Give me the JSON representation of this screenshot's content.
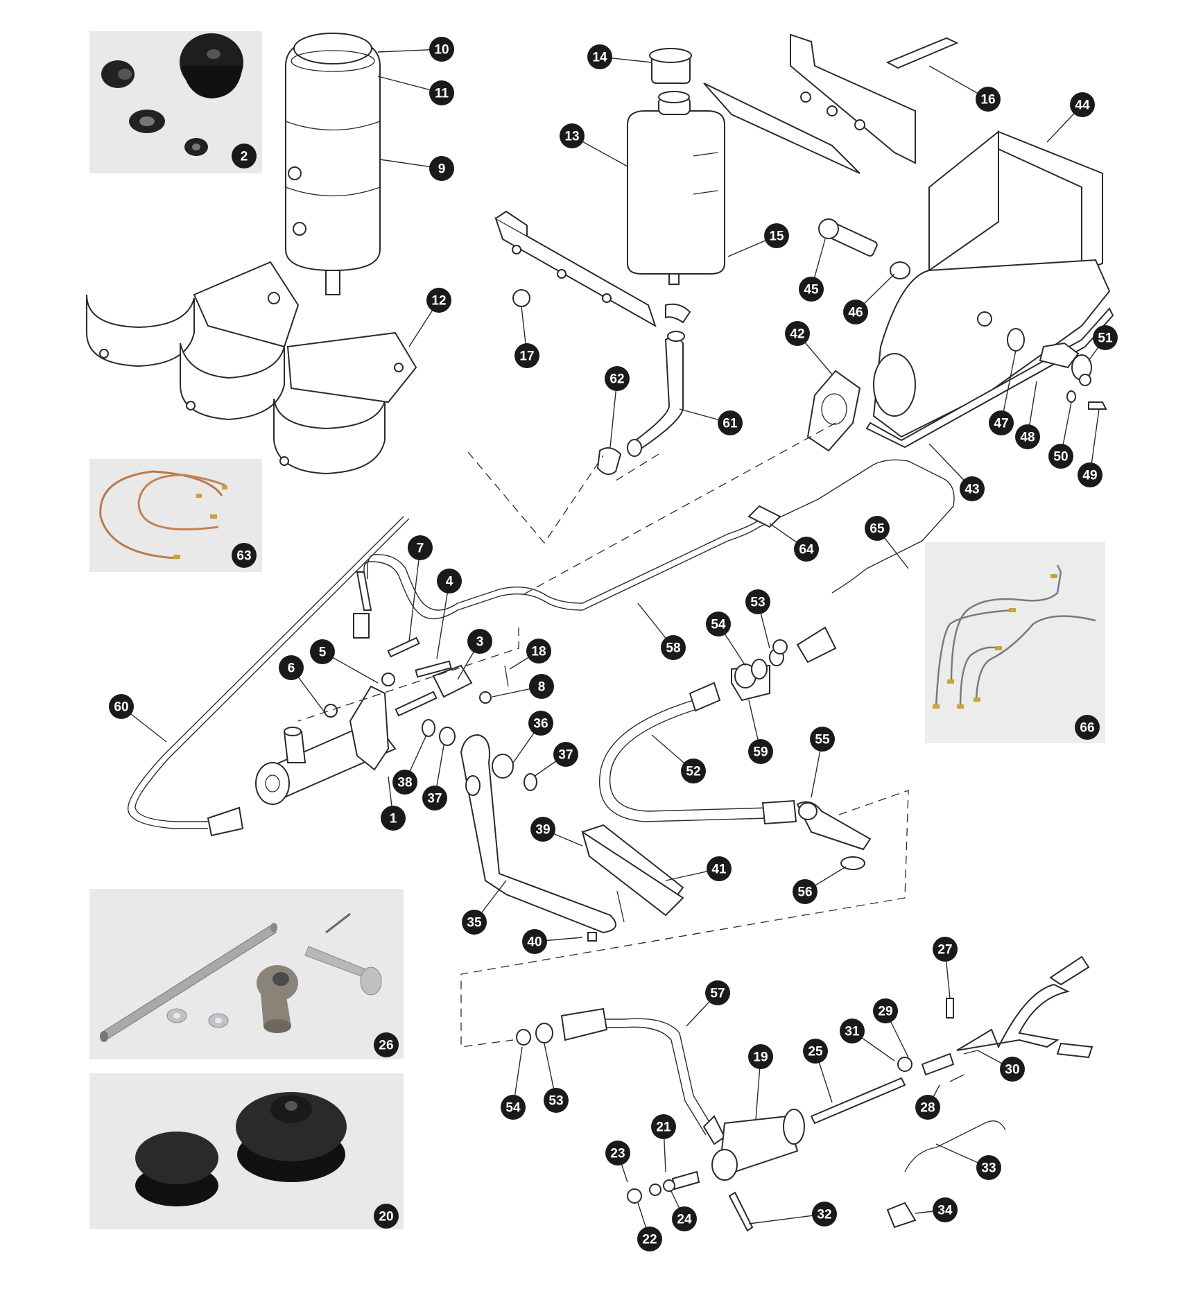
{
  "diagram": {
    "callouts": [
      "1",
      "2",
      "3",
      "4",
      "5",
      "6",
      "7",
      "8",
      "9",
      "10",
      "11",
      "12",
      "13",
      "14",
      "15",
      "16",
      "17",
      "18",
      "19",
      "20",
      "21",
      "22",
      "23",
      "24",
      "25",
      "26",
      "27",
      "28",
      "29",
      "30",
      "31",
      "32",
      "33",
      "34",
      "35",
      "36",
      "37",
      "38",
      "39",
      "40",
      "41",
      "42",
      "43",
      "44",
      "45",
      "46",
      "47",
      "48",
      "49",
      "50",
      "51",
      "52",
      "53",
      "54",
      "55",
      "56",
      "57",
      "58",
      "59",
      "60",
      "61",
      "62",
      "63",
      "64",
      "65",
      "66"
    ],
    "photo_panels": [
      "2",
      "20",
      "26",
      "63",
      "66"
    ],
    "colors": {
      "badge": "#1a1a1a",
      "badge_text": "#ffffff",
      "line_art": "#2a2a2a",
      "photo_background": "#e9e9e9",
      "rubber_part": "#1e1e1e",
      "copper_pipe": "#b87a4b",
      "steel_part": "#9a9a9a"
    }
  }
}
